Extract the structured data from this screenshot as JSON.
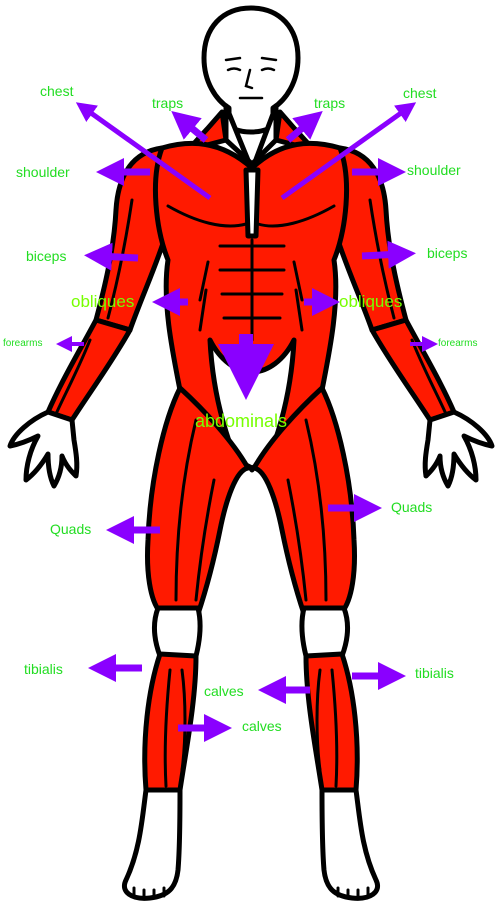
{
  "colors": {
    "muscle": "#ff1a00",
    "outline": "#000000",
    "skin": "#ffffff",
    "arrow": "#8a00ff",
    "label": "#22dd22",
    "label_bright": "#77ff00"
  },
  "labels": {
    "chest_left": "chest",
    "chest_right": "chest",
    "traps_left": "traps",
    "traps_right": "traps",
    "shoulder_left": "shoulder",
    "shoulder_right": "shoulder",
    "biceps_left": "biceps",
    "biceps_right": "biceps",
    "obliques_left": "obliques",
    "obliques_right": "obliques",
    "forearms_left": "forearms",
    "forearms_right": "forearms",
    "abdominals": "abdominals",
    "quads_left": "Quads",
    "quads_right": "Quads",
    "tibialis_left": "tibialis",
    "tibialis_right": "tibialis",
    "calves_upper": "calves",
    "calves_lower": "calves"
  }
}
